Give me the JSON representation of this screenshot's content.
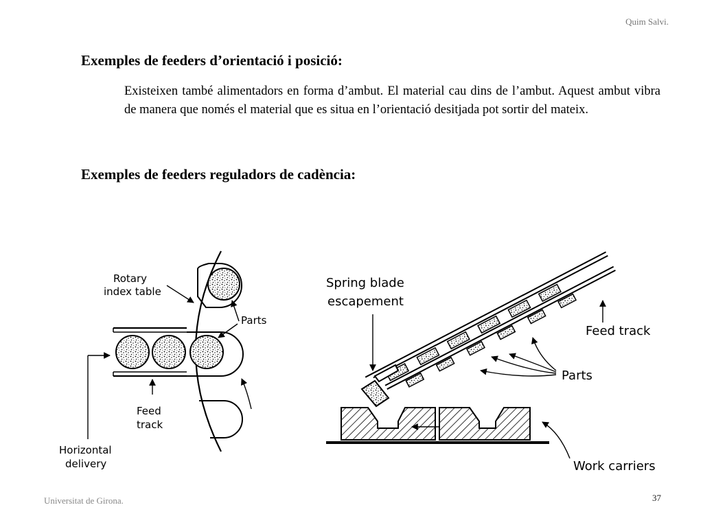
{
  "header": {
    "author": "Quim Salvi."
  },
  "section1": {
    "heading": "Exemples de feeders d’orientació i posició:",
    "paragraph": "Existeixen també alimentadors en forma d’ambut.  El material cau dins de l’ambut. Aquest ambut vibra de manera que només el material que es situa en l’orientació desitjada pot sortir del mateix."
  },
  "section2": {
    "heading": "Exemples de feeders reguladors de cadència:"
  },
  "figure_left": {
    "rotary_line1": "Rotary",
    "rotary_line2": "index table",
    "parts": "Parts",
    "feed_line1": "Feed",
    "feed_line2": "track",
    "horizontal_line1": "Horizontal",
    "horizontal_line2": "delivery"
  },
  "figure_right": {
    "spring_line1": "Spring blade",
    "spring_line2": "escapement",
    "feed_track": "Feed track",
    "parts": "Parts",
    "work_carriers": "Work carriers"
  },
  "footer": {
    "institution": "Universitat de Girona.",
    "page_number": "37"
  }
}
